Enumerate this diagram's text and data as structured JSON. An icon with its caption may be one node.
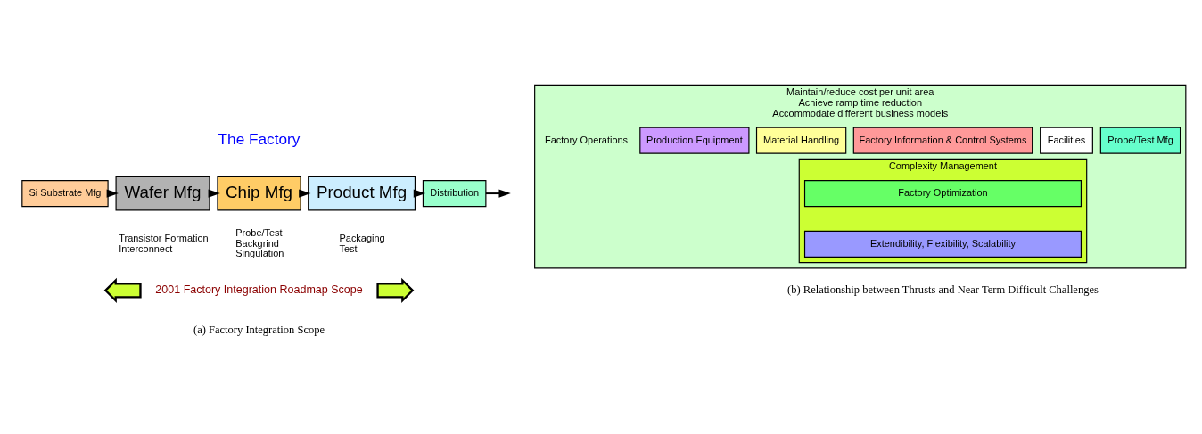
{
  "diagram": {
    "nodes": [
      {
        "text": [
          "Si Substrate Mfg"
        ]
      },
      {
        "text": [
          "Wafer Mfg"
        ],
        "beside": [
          "Transistor Formation",
          "Interconnect"
        ]
      },
      {
        "text": [
          "Chip Mfg"
        ],
        "beside": [
          "Probe/Test",
          "Backgrind",
          "Singulation"
        ]
      },
      {
        "text": [
          "Product Mfg"
        ],
        "beside": [
          "Packaging",
          "Test"
        ]
      },
      {
        "text": [
          "Distribution"
        ]
      },
      {
        "text": [
          "Maintain/reduce cost per unit area",
          "Achieve ramp time reduction",
          "Accommodate different business models"
        ]
      },
      {
        "text": [
          "Production Equipment"
        ],
        "in": 5
      },
      {
        "text": [
          "Material Handling"
        ],
        "in": 5
      },
      {
        "text": [
          "Factory Information & Control Systems"
        ],
        "in": 5
      },
      {
        "text": [
          "Facilities"
        ],
        "in": 5
      },
      {
        "text": [
          "Probe/Test Mfg"
        ],
        "in": 5
      },
      {
        "text": [
          "Complexity Management"
        ],
        "in": 5
      },
      {
        "text": [
          "Factory Optimization"
        ],
        "in": 11
      },
      {
        "text": [
          "Extendibility, Flexibility, Scalability"
        ],
        "in": 11
      },
      {
        "text": [],
        "shape": "arrow"
      },
      {
        "text": [],
        "shape": "arrow"
      }
    ],
    "edges": [
      {
        "from": 0,
        "to": 1,
        "arrow": "to"
      },
      {
        "from": 1,
        "to": 2,
        "arrow": "to"
      },
      {
        "from": 2,
        "to": 3,
        "arrow": "to"
      },
      {
        "from": 3,
        "to": 4,
        "arrow": "to"
      },
      {
        "from": 4,
        "to": null,
        "arrow": "to"
      }
    ],
    "labels": [
      "The Factory",
      "2001 Factory Integration Roadmap Scope",
      "(a) Factory Integration Scope",
      "Factory Operations",
      "(b) Relationship between Thrusts and Near Term Difficult Challenges"
    ]
  }
}
